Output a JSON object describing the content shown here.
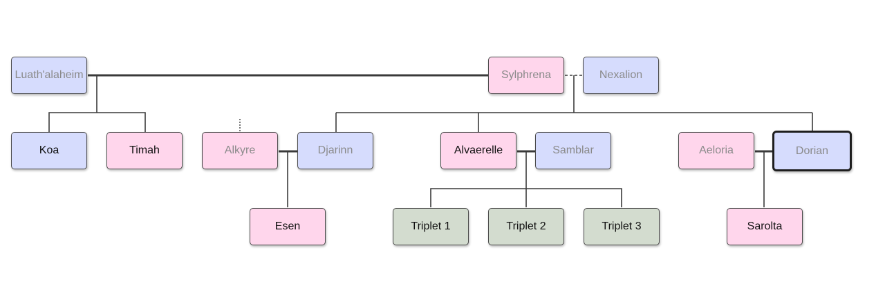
{
  "colors": {
    "male_box": "#d6dcfd",
    "female_box": "#ffd6ec",
    "child_box": "#d3dccf",
    "line": "#3a3a3a",
    "dim_text": "#8a8a8a"
  },
  "people": {
    "luathalaheim": "Luath'alaheim",
    "sylphrena": "Sylphrena",
    "nexalion": "Nexalion",
    "koa": "Koa",
    "timah": "Timah",
    "alkyre": "Alkyre",
    "djarinn": "Djarinn",
    "alvaerelle": "Alvaerelle",
    "samblar": "Samblar",
    "aeloria": "Aeloria",
    "dorian": "Dorian",
    "esen": "Esen",
    "triplet1": "Triplet 1",
    "triplet2": "Triplet 2",
    "triplet3": "Triplet 3",
    "sarolta": "Sarolta"
  }
}
